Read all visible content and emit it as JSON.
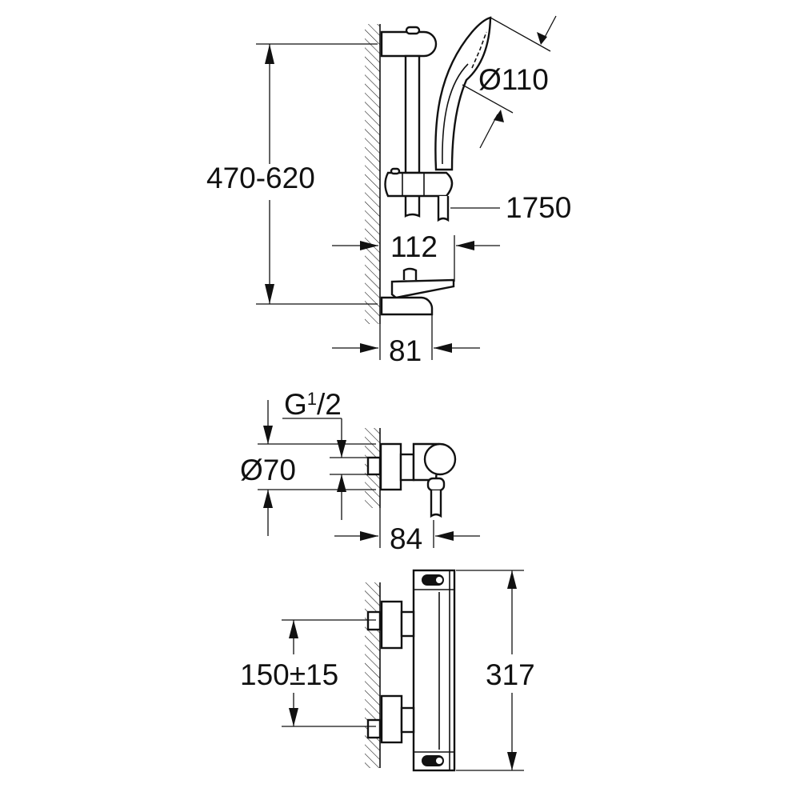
{
  "title": "Shower system dimension drawing",
  "colors": {
    "line": "#111111",
    "background": "#ffffff"
  },
  "top_view": {
    "rail_height": "470-620",
    "hand_shower_diameter": "Ø110",
    "hose_length": "1750",
    "soap_dish_depth": "112",
    "rail_projection": "81"
  },
  "side_view": {
    "thread": "G",
    "thread_fraction_num": "1",
    "thread_fraction_den": "/2",
    "body_diameter": "Ø70",
    "projection": "84"
  },
  "front_view": {
    "inlet_spacing": "150±15",
    "length": "317"
  }
}
